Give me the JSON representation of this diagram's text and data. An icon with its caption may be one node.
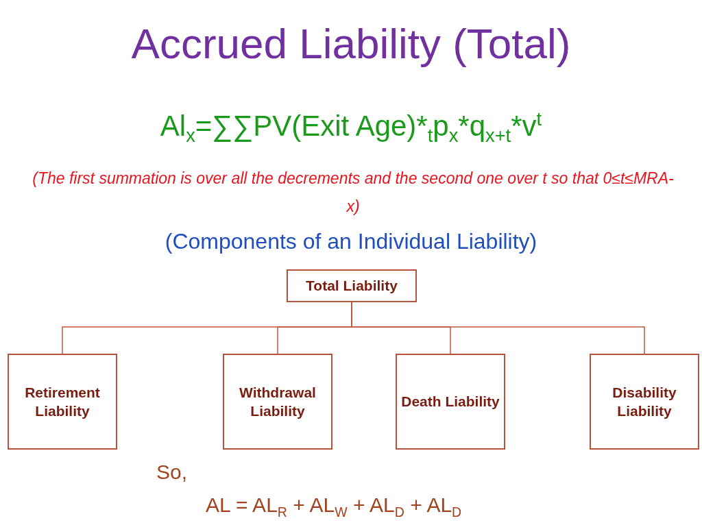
{
  "diagram": {
    "title": "Accrued Liability  (Total)",
    "nodes": [
      {
        "text": [
          "Total Liability"
        ]
      },
      {
        "text": [
          "Retirement Liability"
        ]
      },
      {
        "text": [
          "Withdrawal Liability"
        ]
      },
      {
        "text": [
          "Death Liability"
        ]
      },
      {
        "text": [
          "Disability Liability"
        ]
      }
    ],
    "edges": [
      {
        "from": 0,
        "to": 1,
        "arrow": "none"
      },
      {
        "from": 0,
        "to": 2,
        "arrow": "none"
      },
      {
        "from": 0,
        "to": 3,
        "arrow": "none"
      },
      {
        "from": 0,
        "to": 4,
        "arrow": "none"
      }
    ],
    "labels": [
      "Al$_{x}$=∑∑PV(Exit Age)*$_{t}$p$_{x}$*q$_{x+t}$*v$^{t}$",
      "(The first summation is over all the decrements and the second one over t so that 0≤t≤MRA-x)",
      "(Components of an Individual Liability)",
      "So,",
      "AL =  AL$_{R}$ + AL$_{W}$ + AL$_{D}$ + AL$_{D}$"
    ]
  }
}
